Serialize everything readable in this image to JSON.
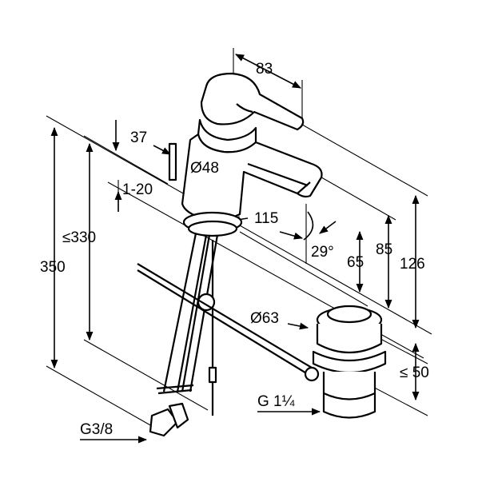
{
  "drawing": {
    "labels": {
      "spout_length": "83",
      "lever_offset": "37",
      "body_diameter": "Ø48",
      "spacer_range": "1-20",
      "swivel_angle": "115",
      "spout_angle": "29°",
      "max_height_under": "≤330",
      "total_height": "350",
      "spout_height_65": "65",
      "spout_height_85": "85",
      "total_body_height": "126",
      "waste_diameter": "Ø63",
      "waste_depth": "≤ 50",
      "waste_thread": "G 1¼",
      "supply_thread": "G3/8"
    },
    "line_color": "#000000",
    "background_color": "#ffffff"
  }
}
